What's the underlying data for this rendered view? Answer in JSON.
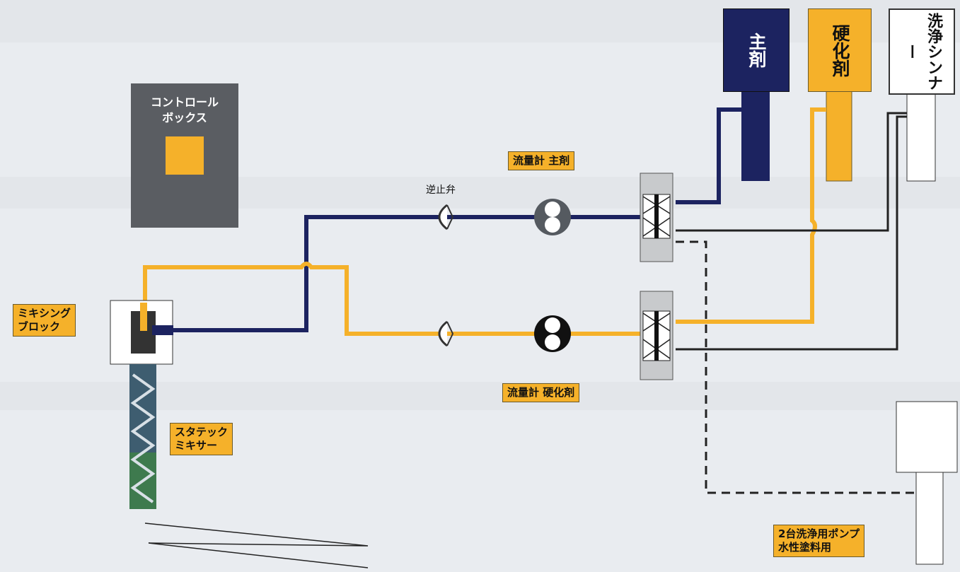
{
  "control_box": {
    "title": "コントロール\nボックス"
  },
  "tanks": {
    "main_agent": {
      "label": "主剤",
      "color": "#1c2360"
    },
    "hardener": {
      "label": "硬化剤",
      "color": "#f5b12a"
    },
    "thinner": {
      "label": "洗浄シンナー",
      "color": "#ffffff"
    }
  },
  "labels": {
    "flowmeter_main": "流量計 主剤",
    "flowmeter_hardener": "流量計 硬化剤",
    "check_valve": "逆止弁",
    "mixing_block": "ミキシング\nブロック",
    "static_mixer": "スタテック\nミキサー",
    "wash_pump": "2台洗浄用ポンプ\n水性塗料用"
  },
  "colors": {
    "main_line": "#1c2360",
    "hardener_line": "#f5b12a",
    "thinner_line": "#222222",
    "label_bg": "#f5b12a"
  }
}
